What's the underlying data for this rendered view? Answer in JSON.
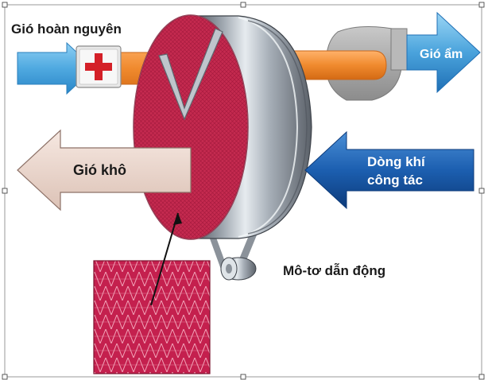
{
  "labels": {
    "regen_air": "Gió hoàn nguyên",
    "humid_air": "Gió ẩm",
    "dry_air": "Gió khô",
    "process_air_line1": "Dòng khí",
    "process_air_line2": "công tác",
    "drive_motor": "Mô-tơ dẫn động"
  },
  "colors": {
    "regen_inlet": "#5aaee0",
    "heated_air": "#f08a2e",
    "humid_outlet": "#2f86c6",
    "process_air": "#1655a8",
    "dry_outlet": "#ead6cc",
    "wheel_face": "#c42a4f",
    "heater_cross": "#d42028"
  },
  "icons": {
    "heater": "heater-icon",
    "motor": "drive-motor-icon"
  }
}
